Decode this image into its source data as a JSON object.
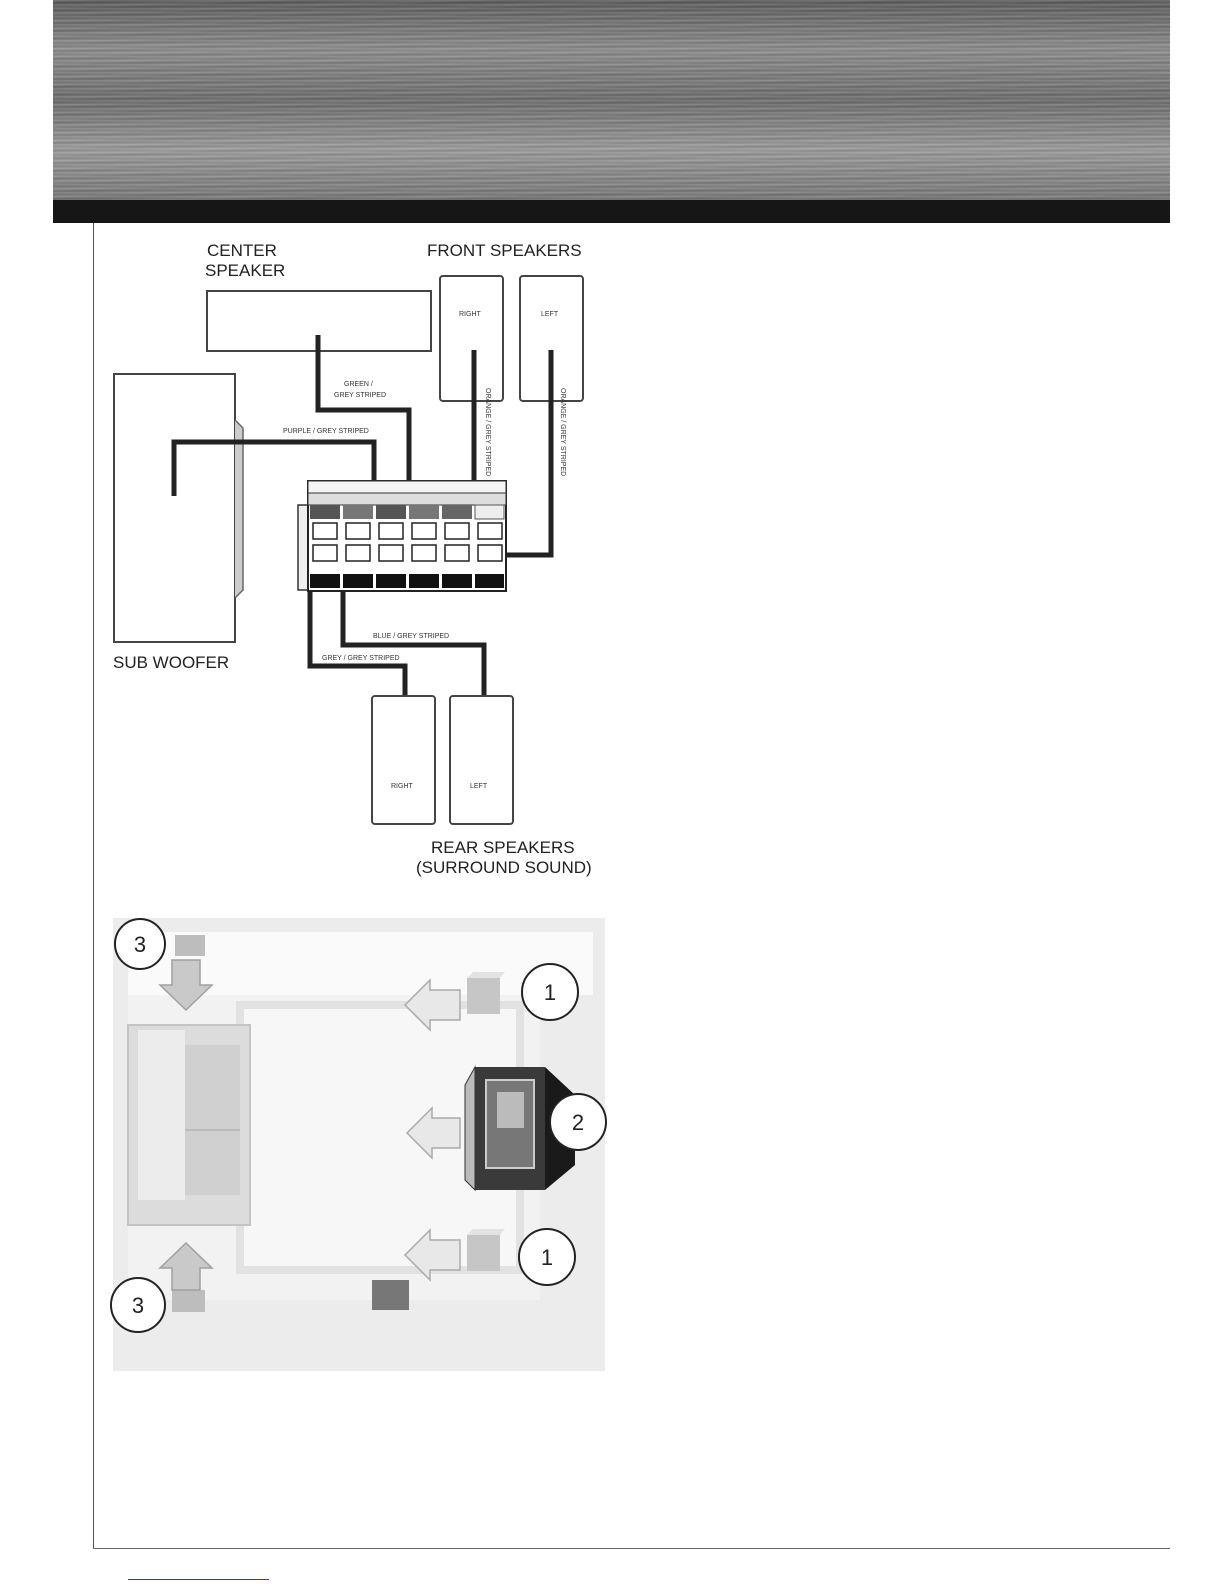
{
  "wiring": {
    "center_speaker": [
      "CENTER",
      "SPEAKER"
    ],
    "front_speakers": "FRONT SPEAKERS",
    "front_right": "RIGHT",
    "front_left": "LEFT",
    "sub_woofer": "SUB WOOFER",
    "rear_speakers": [
      "REAR SPEAKERS",
      "(SURROUND SOUND)"
    ],
    "rear_right": "RIGHT",
    "rear_left": "LEFT",
    "cable_green": [
      "GREEN /",
      "GREY STRIPED"
    ],
    "cable_purple": "PURPLE / GREY STRIPED",
    "cable_blue": "BLUE / GREY STRIPED",
    "cable_grey": "GREY / GREY STRIPED",
    "cable_orange_right": "ORANGE / GREY STRIPED",
    "cable_orange_left": "ORANGE / GREY STRIPED"
  },
  "placement": {
    "front_number": "1",
    "center_number": "2",
    "rear_number": "3"
  }
}
